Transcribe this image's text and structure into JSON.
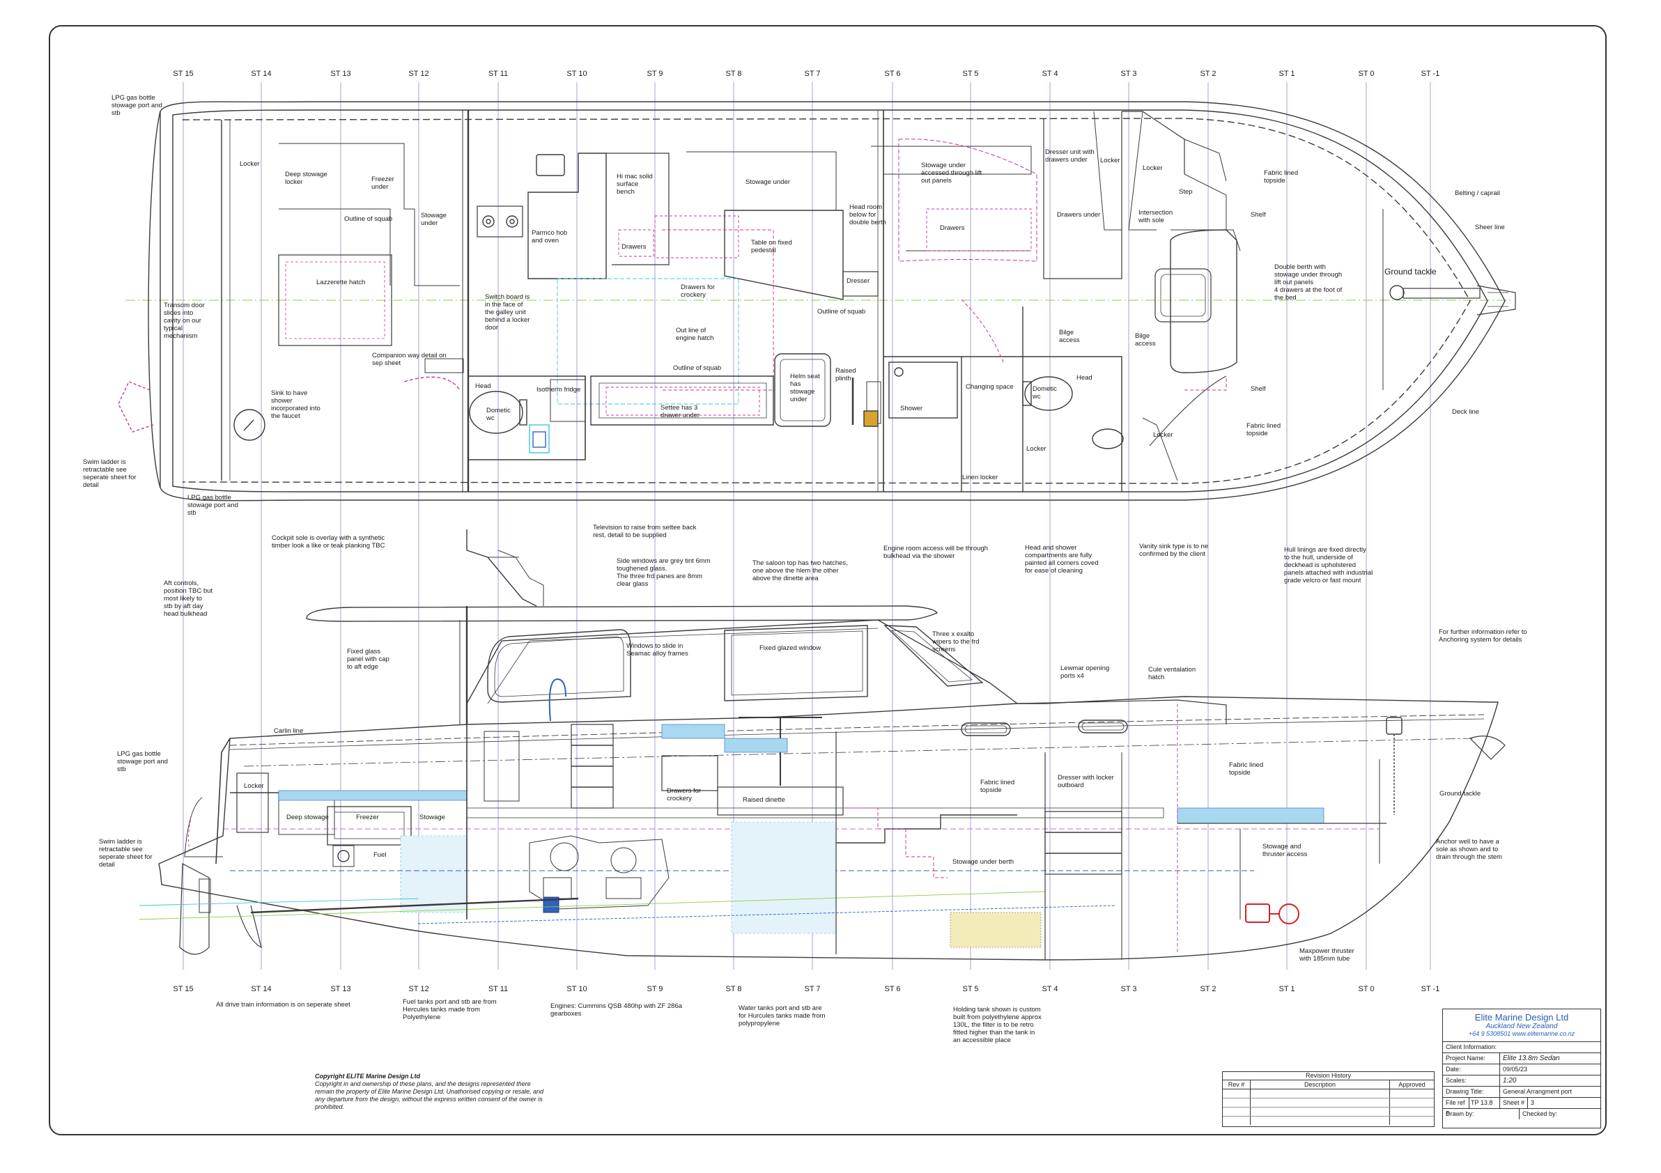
{
  "stations_top": [
    "ST 15",
    "ST 14",
    "ST 13",
    "ST 12",
    "ST 11",
    "ST 10",
    "ST 9",
    "ST 8",
    "ST 7",
    "ST 6",
    "ST 5",
    "ST 4",
    "ST 3",
    "ST 2",
    "ST 1",
    "ST 0",
    "ST -1"
  ],
  "stations_bottom": [
    "ST 15",
    "ST 14",
    "ST 13",
    "ST 12",
    "ST 11",
    "ST 10",
    "ST 9",
    "ST 8",
    "ST 7",
    "ST 6",
    "ST 5",
    "ST 4",
    "ST 3",
    "ST 2",
    "ST 1",
    "ST 0",
    "ST -1"
  ],
  "plan_labels": [
    "Locker",
    "Deep stowage\nlocker",
    "Freezer\nunder",
    "Outline of squab",
    "Stowage\nunder",
    "Lazzerette hatch",
    "Transom door\nslides into\ncavity on our\ntypical\nmechanism",
    "Companion way detail on\nsep sheet",
    "Sink to have\nshower\nincorporated into\nthe faucet",
    "Parmco hob\nand oven",
    "Hi mac solid\nsurface\nbench",
    "Drawers",
    "Stowage under",
    "Table on fixed\npedestal",
    "Switch board is\nin the face of\nthe galley unit\nbehind a locker\ndoor",
    "Drawers for\ncrockery",
    "Out line of\nengine hatch",
    "Outline of squab",
    "Head",
    "Dometic\nwc",
    "Isotherm fridge",
    "Settee has 3\ndrawer under",
    "Helm seat\nhas\nstowage\nunder",
    "Raised\nplinth",
    "Head room\nbelow for\ndouble berth",
    "Dresser",
    "Outline of squab",
    "Stowage under\naccessed through lift\nout panels",
    "Drawers",
    "Shower",
    "Changing space",
    "Linen locker",
    "Dometic\nwc",
    "Head",
    "Locker",
    "Dresser unit with\ndrawers under",
    "Locker",
    "Locker",
    "Step",
    "Drawers under",
    "Intersection\nwith sole",
    "Bilge\naccess",
    "Bilge\naccess",
    "Locker",
    "Shelf",
    "Shelf",
    "Fabric lined\ntopside",
    "Double berth with\nstowage under through\nlift out panels\n4 drawers at the foot of\nthe bed",
    "Fabric lined\ntopside",
    "Ground tackle",
    "Belting / caprail",
    "Sheer line",
    "Deck line"
  ],
  "profile_labels": [
    "Carlin line",
    "Locker",
    "Deep stowage",
    "Freezer",
    "Stowage",
    "Fuel",
    "Windows to slide in\nSeamac alloy frames",
    "Fixed glazed window",
    "Drawers for\ncrockery",
    "Raised dinette",
    "Three x exalto\nwipers to the frd\nscreens",
    "Lewmar opening\nports x4",
    "Cule ventalation\nhatch",
    "Fabric lined\ntopside",
    "Dresser with locker\noutboard",
    "Fabric lined\ntopside",
    "Stowage under berth",
    "Stowage and\nthruster access",
    "Ground tackle",
    "Maxpower thruster\nwith 185mm tube"
  ],
  "notes": [
    "LPG gas bottle\nstowage port and\nstb",
    "Swim ladder is\nretractable see\nseperate sheet for\ndetail",
    "LPG gas bottle\nstowage port and\nstb",
    "Cockpit sole is overlay with a synthetic\ntimber look a like or teak planking TBC",
    "Television to raise from settee back\nrest, detail to be supplied",
    "Side windows are grey tint 6mm\ntoughened glass.\nThe three frd panes are 8mm\nclear glass",
    "The saloon top has two hatches,\none above the hlem the other\nabove the dinette area",
    "Engine room access will be through\nbulkhead via the shower",
    "Head and shower\ncompartments are fully\npainted all corners coved\nfor ease of cleaning",
    "Vanity sink type is to ne\nconfirmed by the client",
    "Hull linings are fixed directly\nto the hull, underside of\ndeckhead is upholstered\npanels attached with industrial\ngrade velcro or fast mount",
    "Aft controls,\nposition TBC but\nmost likely to\nstb by aft day\nhead bulkhead",
    "Fixed glass\npanel with cap\nto aft edge",
    "LPG gas bottle\nstowage port and\nstb",
    "Swim ladder is\nretractable see\nseperate sheet for\ndetail",
    "For further information refer to\nAnchoring system for details",
    "Anchor well to have a\nsole as shown and to\ndrain through the stem",
    "All drive train information is on seperate sheet",
    "Fuel tanks port and stb are from\nHercules tanks made from\nPolyethylene",
    "Engines: Cummins QSB 480hp with ZF 286a\ngearboxes",
    "Water tanks port and stb are\nfor Hurcules tanks made from\npolypropylene",
    "Holding tank shown is custom\nbuilt from polyethylene approx\n130L, the filter is to be retro\nfitted higher than the tank in\nan accessible place"
  ],
  "copyright": {
    "heading": "Copyright ELITE Marine Design Ltd",
    "body": "Copyright in and ownership of these plans, and the designs represented there remain the property of Elite Marine Design Ltd. Unathorised copying or resale, and any departure from the design, without the express written consent of the owner is prohibited."
  },
  "revision": {
    "title": "Revision History",
    "columns": [
      "Rev #",
      "Description",
      "Approved"
    ]
  },
  "title_block": {
    "company": "Elite Marine Design Ltd",
    "location": "Auckland New Zealand",
    "contact": "+64 9 5308501 www.elitemarine.co.nz",
    "client_label": "Client Information:",
    "project_label": "Project Name:",
    "project_value": "Elite 13.8m Sedan",
    "date_label": "Date:",
    "date_value": "09/05/23",
    "scale_label": "Scales:",
    "scale_value": "1:20",
    "title_label": "Drawing Title:",
    "title_value": "General Arrangment port",
    "fileref_label": "File ref #",
    "fileref_value": "TP 13.8",
    "sheet_label": "Sheet #",
    "sheet_value": "3",
    "drawn_label": "Drawn by:",
    "checked_label": "Checked by:"
  },
  "colors": {
    "line": "#3a3a3a",
    "accent_magenta": "#c0389a",
    "accent_cyan": "#3cc6d8",
    "accent_green": "#8ccf3e",
    "accent_blue": "#3060c0",
    "accent_red": "#d42020",
    "title_blue": "#2a5db0"
  }
}
